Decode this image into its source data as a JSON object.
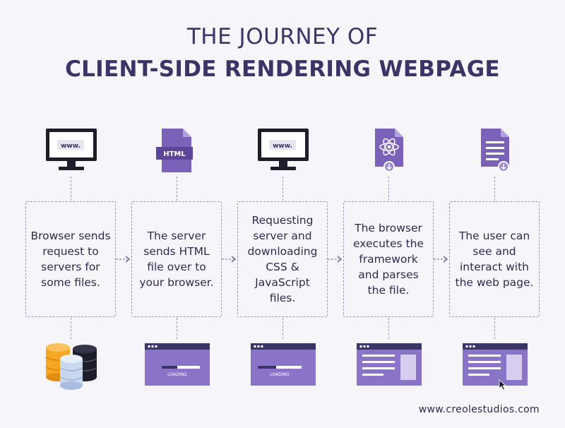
{
  "title": {
    "line1": "THE JOURNEY OF",
    "line2": "CLIENT-SIDE RENDERING WEBPAGE"
  },
  "steps": [
    {
      "text": "Browser sends request to servers for some files.",
      "top_icon": "monitor-www-icon",
      "top_label": "www.",
      "bottom_icon": "database-stack-icon"
    },
    {
      "text": "The server sends HTML file over to your browser.",
      "top_icon": "html-file-icon",
      "top_label": "HTML",
      "bottom_icon": "loading-window-icon",
      "bottom_label": "LOADING"
    },
    {
      "text": "Requesting server and downloading CSS & JavaScript files.",
      "top_icon": "monitor-www-icon",
      "top_label": "www.",
      "bottom_icon": "loading-window-icon",
      "bottom_label": "LOADING"
    },
    {
      "text": "The browser executes the framework and parses the file.",
      "top_icon": "react-file-icon",
      "bottom_icon": "webpage-window-icon"
    },
    {
      "text": "The user can see and interact with the web page.",
      "top_icon": "document-file-icon",
      "bottom_icon": "webpage-cursor-window-icon"
    }
  ],
  "colors": {
    "navy": "#3a3566",
    "purple": "#7a62b8",
    "light_purple": "#9c87d1",
    "dark": "#1e1e2a",
    "orange": "#f5a623",
    "dashed": "#9a98b0"
  },
  "footer": "www.creolestudios.com"
}
